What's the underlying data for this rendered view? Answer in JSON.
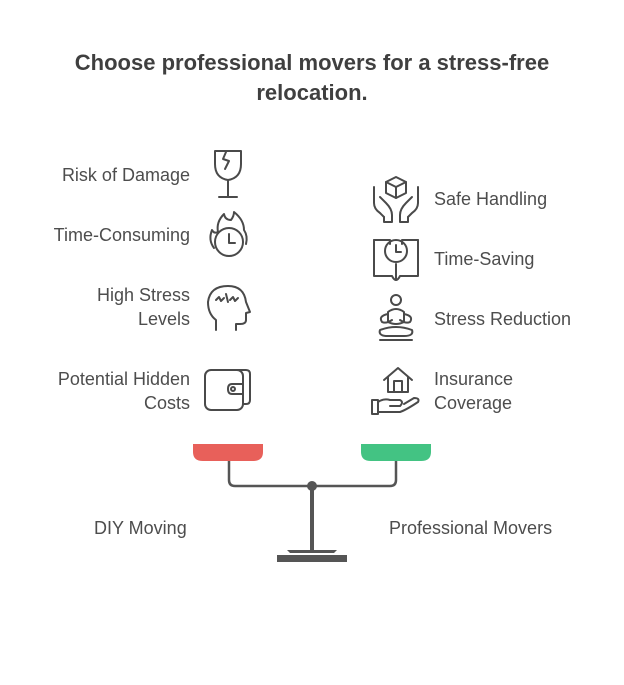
{
  "title_line1": "Choose professional movers for a stress-free",
  "title_line2": "relocation.",
  "left": {
    "name": "DIY Moving",
    "color": "#e8605a",
    "items": [
      {
        "label_line1": "Risk of Damage",
        "label_line2": "",
        "icon": "broken-glass-icon"
      },
      {
        "label_line1": "Time-Consuming",
        "label_line2": "",
        "icon": "burning-clock-icon"
      },
      {
        "label_line1": "High Stress",
        "label_line2": "Levels",
        "icon": "stressed-head-icon"
      },
      {
        "label_line1": "Potential Hidden",
        "label_line2": "Costs",
        "icon": "wallet-icon"
      }
    ]
  },
  "right": {
    "name": "Professional Movers",
    "color": "#43c383",
    "items": [
      {
        "label_line1": "Safe Handling",
        "label_line2": "",
        "icon": "hands-box-icon"
      },
      {
        "label_line1": "Time-Saving",
        "label_line2": "",
        "icon": "clock-book-icon"
      },
      {
        "label_line1": "Stress Reduction",
        "label_line2": "",
        "icon": "meditation-icon"
      },
      {
        "label_line1": "Insurance",
        "label_line2": "Coverage",
        "icon": "house-hand-icon"
      }
    ]
  }
}
